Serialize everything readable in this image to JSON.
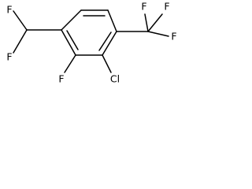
{
  "molecule": {
    "atoms": {
      "f_chf2_top": "F",
      "f_chf2_bottom": "F",
      "f_ring": "F",
      "cl_ring": "Cl",
      "f_cf3_top_left": "F",
      "f_cf3_top_right": "F",
      "f_cf3_right": "F"
    }
  },
  "colors": {
    "bond": "#000000",
    "label": "#000000",
    "background": "#ffffff"
  }
}
